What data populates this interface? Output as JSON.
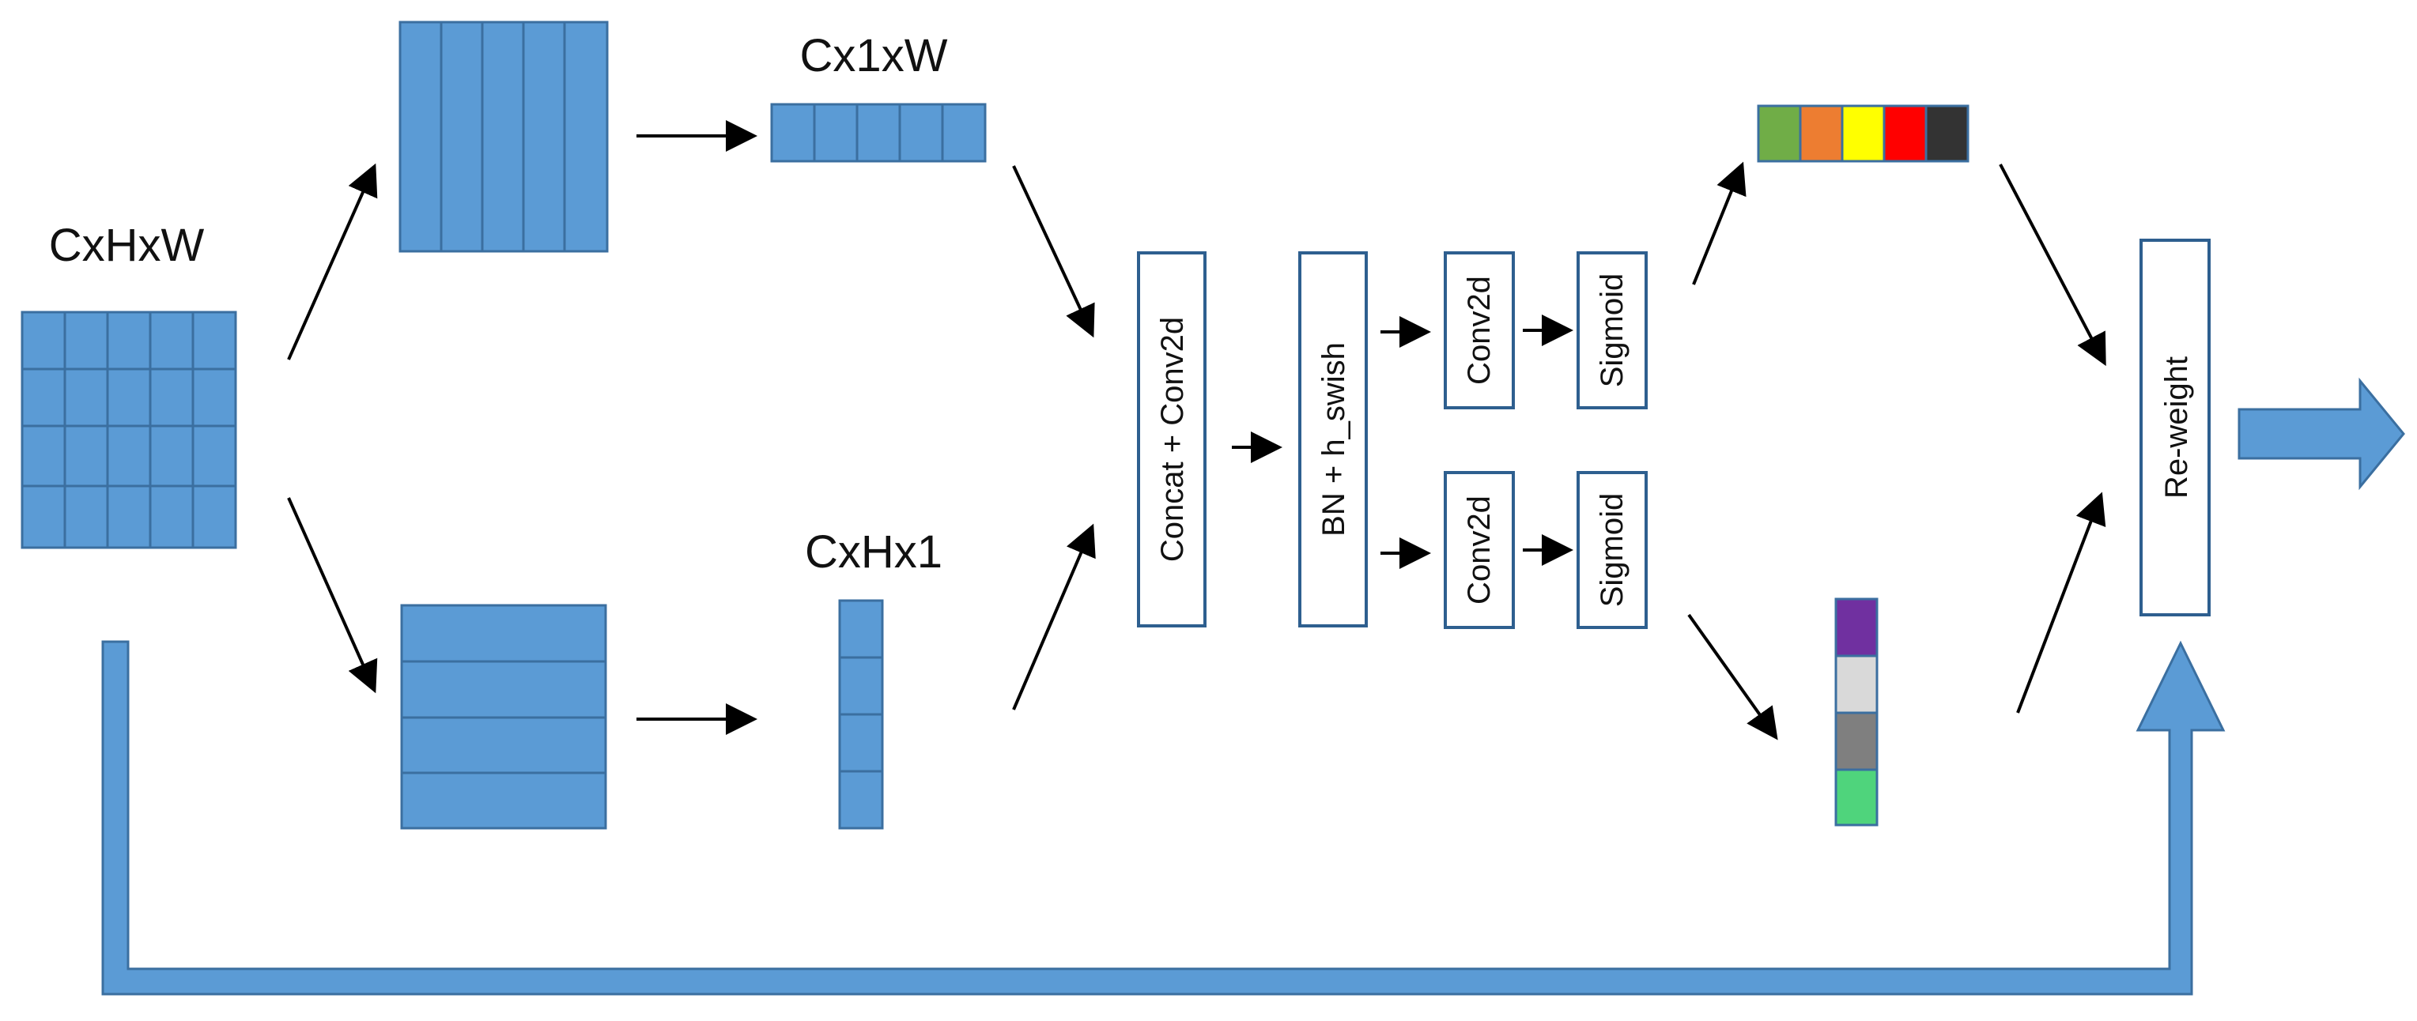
{
  "labels": {
    "input": "CxHxW",
    "width_vector": "Cx1xW",
    "height_vector": "CxHx1"
  },
  "blocks": {
    "concat_conv": "Concat + Conv2d",
    "bn_hswish": "BN + h_swish",
    "conv_top": "Conv2d",
    "conv_bottom": "Conv2d",
    "sigmoid_top": "Sigmoid",
    "sigmoid_bottom": "Sigmoid",
    "reweight": "Re-weight"
  },
  "colors": {
    "tensor_fill": "#5b9bd5",
    "tensor_border": "#3b6fa0",
    "block_border": "#2e5f8f",
    "attention_w": [
      "#70ad47",
      "#ed7d31",
      "#ffff00",
      "#ff0000",
      "#333333"
    ],
    "attention_h": [
      "#7030a0",
      "#d9d9d9",
      "#7f7f7f",
      "#4fd47c"
    ]
  }
}
